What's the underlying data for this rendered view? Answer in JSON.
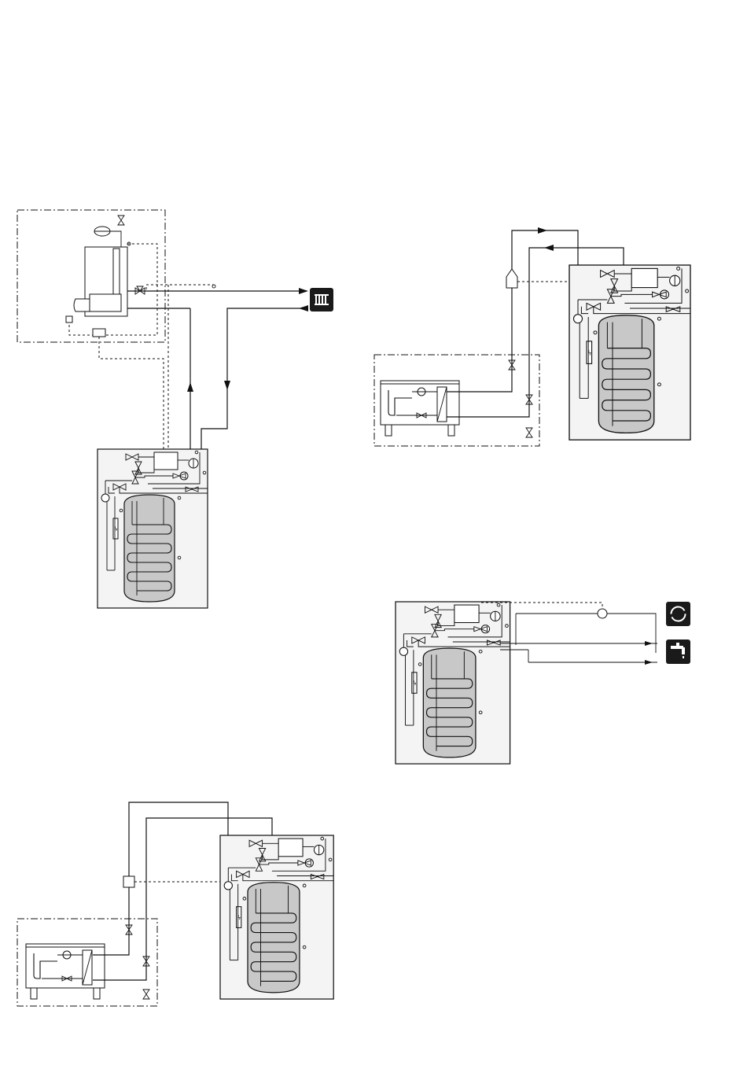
{
  "diagrams": [
    {
      "id": "boiler-radiator-system",
      "icon": "radiator-icon"
    },
    {
      "id": "ground-source-system",
      "icon": "outdoor-sensor-icon"
    },
    {
      "id": "dhw-circulation-system",
      "icons": [
        "circulation-icon",
        "tap-water-icon"
      ]
    },
    {
      "id": "ground-collector-system",
      "icon": "junction-box-icon"
    }
  ],
  "colors": {
    "tank": "#c8c8c8",
    "panel": "#f4f4f4",
    "icon_bg": "#1a1a1a",
    "line": "#111111"
  }
}
